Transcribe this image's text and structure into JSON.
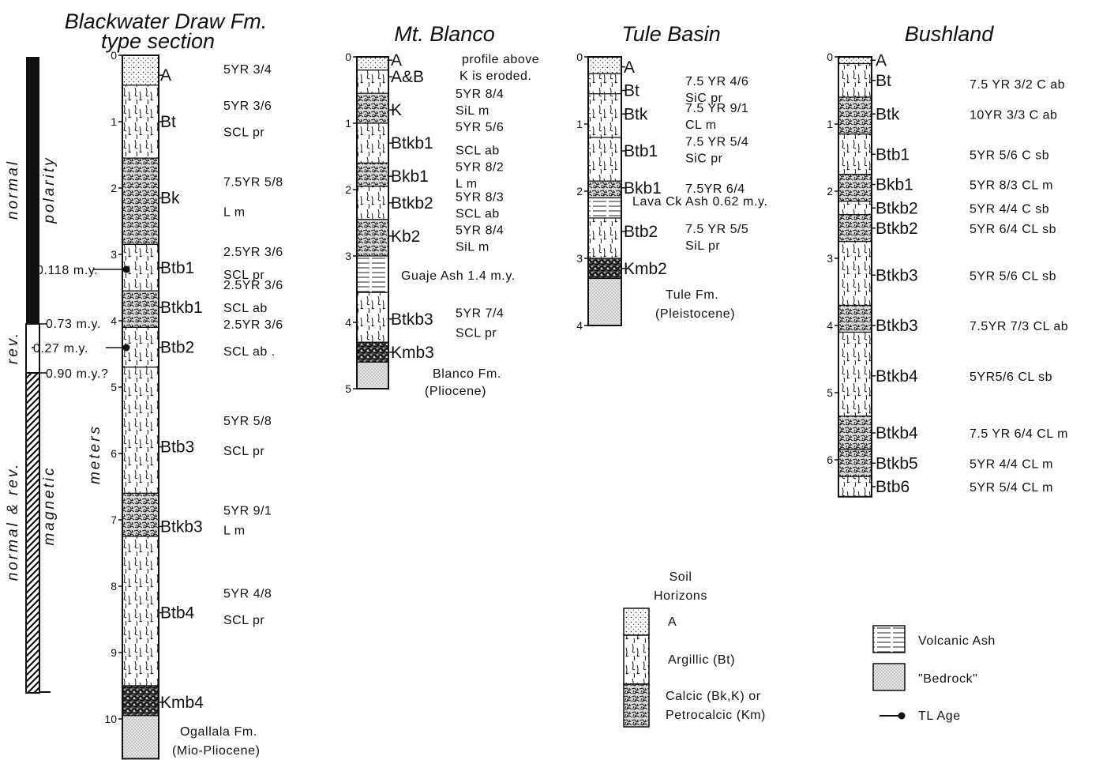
{
  "sections": [
    {
      "key": "blackwater",
      "title_lines": [
        "Blackwater Draw Fm.",
        "type section"
      ],
      "ticks": [
        "0",
        "1",
        "2",
        "3",
        "4",
        "5",
        "6",
        "7",
        "8",
        "9",
        "10"
      ],
      "axis_label": "meters",
      "base_label": [
        "Ogallala Fm.",
        "(Mio-Pliocene)"
      ],
      "horizons": [
        {
          "name": "A",
          "desc": [
            "5YR 3/4"
          ]
        },
        {
          "name": "Bt",
          "desc": [
            "5YR 3/6",
            "SCL  pr"
          ]
        },
        {
          "name": "Bk",
          "desc": [
            "7.5YR 5/8",
            "L   m"
          ]
        },
        {
          "name": "Btb1",
          "desc": [
            "2.5YR 3/6",
            "SCL  pr"
          ]
        },
        {
          "name": "Btkb1",
          "desc": [
            "2.5YR 3/6",
            "SCL  ab"
          ]
        },
        {
          "name": "Btb2",
          "desc": [
            "2.5YR 3/6",
            "SCL  ab ."
          ]
        },
        {
          "name": "Btb3",
          "desc": [
            "5YR 5/8",
            "SCL  pr"
          ]
        },
        {
          "name": "Btkb3",
          "desc": [
            "5YR 9/1",
            "L   m"
          ]
        },
        {
          "name": "Btb4",
          "desc": [
            "5YR 4/8",
            "SCL  pr"
          ]
        },
        {
          "name": "Kmb4",
          "desc": []
        }
      ],
      "ages": [
        "0.118 m.y.",
        "0.73 m.y.",
        "0.27 m.y.",
        "0.90 m.y.?"
      ]
    },
    {
      "key": "blanco",
      "title_lines": [
        "Mt. Blanco"
      ],
      "ticks": [
        "0",
        "1",
        "2",
        "3",
        "4",
        "5"
      ],
      "note": [
        "profile above",
        "K is eroded."
      ],
      "ash_label": "Guaje Ash 1.4 m.y.",
      "base_label": [
        "Blanco Fm.",
        "(Pliocene)"
      ],
      "horizons": [
        {
          "name": "A",
          "desc": []
        },
        {
          "name": "A&B",
          "desc": []
        },
        {
          "name": "K",
          "desc": [
            "5YR 8/4",
            "SiL   m"
          ]
        },
        {
          "name": "Btkb1",
          "desc": [
            "5YR 5/6",
            "SCL ab"
          ]
        },
        {
          "name": "Bkb1",
          "desc": [
            "5YR 8/2",
            "L    m"
          ]
        },
        {
          "name": "Btkb2",
          "desc": [
            "5YR 8/3",
            "SCL  ab"
          ]
        },
        {
          "name": "Kb2",
          "desc": [
            "5YR 8/4",
            "SiL   m"
          ]
        },
        {
          "name": "Btkb3",
          "desc": [
            "5YR 7/4",
            "SCL  pr"
          ]
        },
        {
          "name": "Kmb3",
          "desc": []
        }
      ]
    },
    {
      "key": "tule",
      "title_lines": [
        "Tule Basin"
      ],
      "ticks": [
        "0",
        "1",
        "2",
        "3",
        "4"
      ],
      "ash_label": "Lava Ck Ash 0.62 m.y.",
      "base_label": [
        "Tule Fm.",
        "(Pleistocene)"
      ],
      "horizons": [
        {
          "name": "A",
          "desc": []
        },
        {
          "name": "Bt",
          "desc": [
            "7.5 YR 4/6",
            "SiC   pr"
          ]
        },
        {
          "name": "Btk",
          "desc": [
            "7.5 YR 9/1",
            "CL    m"
          ]
        },
        {
          "name": "Btb1",
          "desc": [
            "7.5 YR 5/4",
            "SiC   pr"
          ]
        },
        {
          "name": "Bkb1",
          "desc": [
            "7.5YR 6/4"
          ]
        },
        {
          "name": "Btb2",
          "desc": [
            "7.5 YR 5/5",
            "SiL   pr"
          ]
        },
        {
          "name": "Kmb2",
          "desc": []
        }
      ]
    },
    {
      "key": "bushland",
      "title_lines": [
        "Bushland"
      ],
      "ticks": [
        "0",
        "1",
        "2",
        "3",
        "4",
        "5",
        "6"
      ],
      "horizons": [
        {
          "name": "A",
          "desc": []
        },
        {
          "name": "Bt",
          "desc": [
            "7.5 YR 3/2  C  ab"
          ]
        },
        {
          "name": "Btk",
          "desc": [
            "10YR 3/3  C  ab"
          ]
        },
        {
          "name": "Btb1",
          "desc": [
            "5YR 5/6  C   sb"
          ]
        },
        {
          "name": "Bkb1",
          "desc": [
            "5YR 8/3  CL  m"
          ]
        },
        {
          "name": "Btkb2",
          "desc": [
            "5YR 4/4  C   sb"
          ]
        },
        {
          "name": "Btkb2",
          "desc": [
            "5YR 6/4  CL sb"
          ]
        },
        {
          "name": "Btkb3",
          "desc": [
            "5YR 5/6  CL sb"
          ]
        },
        {
          "name": "Btkb3",
          "desc": [
            "7.5YR 7/3  CL ab"
          ]
        },
        {
          "name": "Btkb4",
          "desc": [
            "5YR5/6  CL  sb"
          ]
        },
        {
          "name": "Btkb4",
          "desc": [
            "7.5 YR 6/4 CL m"
          ]
        },
        {
          "name": "Btkb5",
          "desc": [
            "5YR 4/4  CL  m"
          ]
        },
        {
          "name": "Btb6",
          "desc": [
            "5YR 5/4  CL  m"
          ]
        }
      ]
    }
  ],
  "polarity": {
    "upper": [
      "normal",
      "polarity"
    ],
    "middle": "rev.",
    "lower": [
      "normal & rev.",
      "magnetic"
    ]
  },
  "legend": {
    "title": [
      "Soil",
      "Horizons"
    ],
    "items": [
      "A",
      "Argillic (Bt)",
      "Calcic (Bk,K) or",
      "Petrocalcic (Km)"
    ],
    "ash": "Volcanic Ash",
    "bedrock": "\"Bedrock\"",
    "tl": "TL Age"
  }
}
